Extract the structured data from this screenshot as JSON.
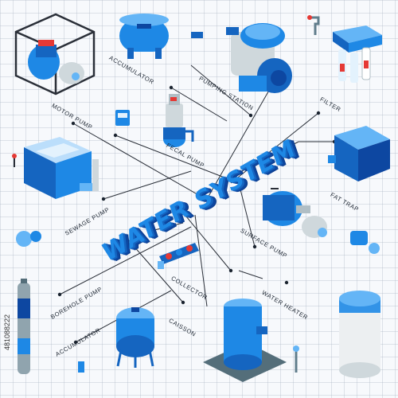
{
  "title": {
    "word1": "WATER",
    "word2": "SYSTEM"
  },
  "labels": {
    "motor_pump": "MOTOR PUMP",
    "accumulator_top": "ACCUMULATOR",
    "pumping_station": "PUMPING STATION",
    "filter": "FILTER",
    "fecal_pump": "FECAL PUMP",
    "sewage_pump": "SEWAGE PUMP",
    "fat_trap": "FAT TRAP",
    "surface_pump": "SURFACE PUMP",
    "collector": "COLLECTOR",
    "borehole_pump": "BOREHOLE PUMP",
    "water_heater": "WATER HEATER",
    "accumulator_bottom": "ACCUMULATOR",
    "caisson": "CAISSON"
  },
  "stock": {
    "id": "481088222"
  },
  "colors": {
    "accent": "#1e88e5",
    "dark_blue": "#0d47a1",
    "light_blue": "#64b5f6",
    "grid_bg": "#f7f9fc"
  }
}
